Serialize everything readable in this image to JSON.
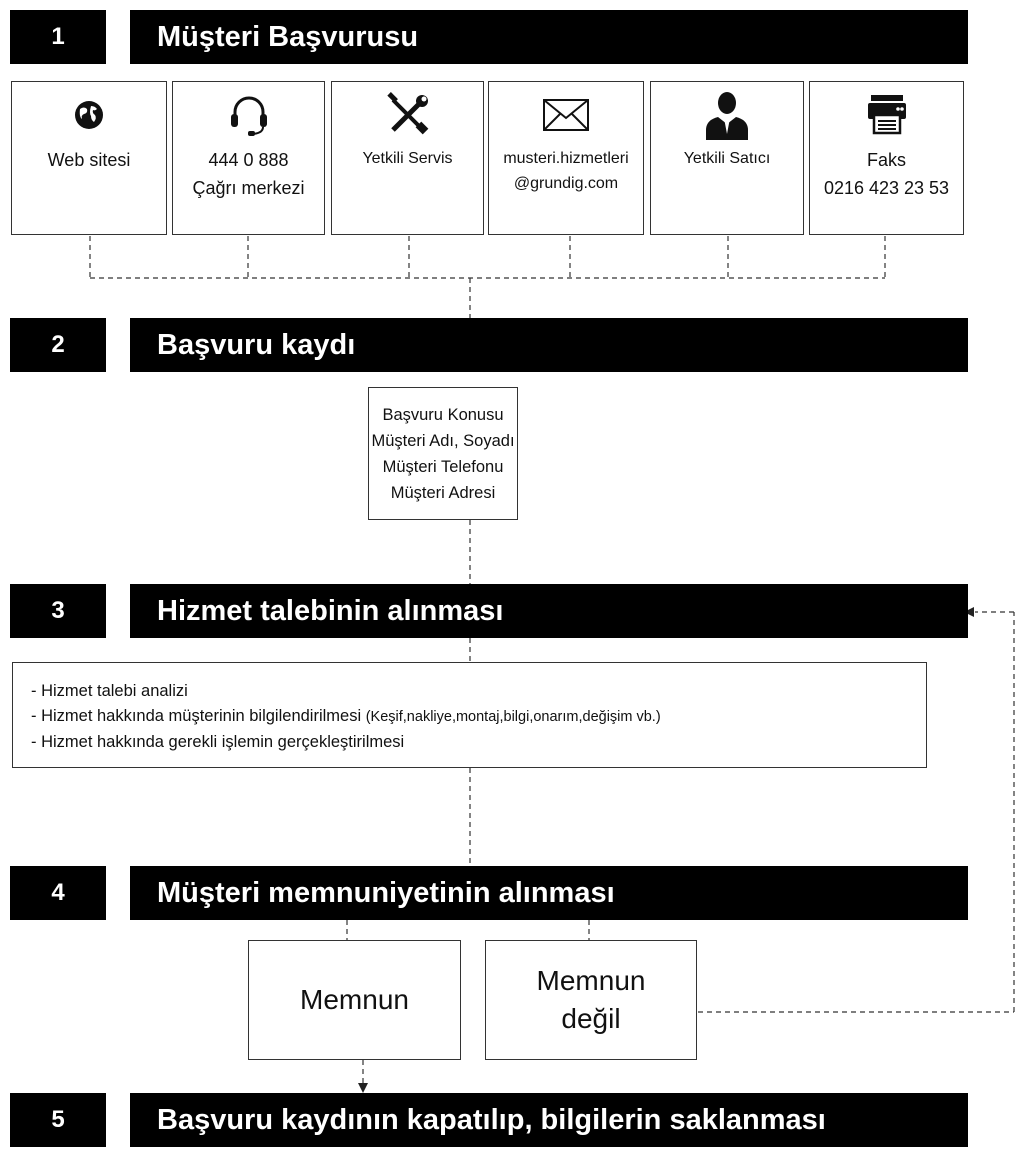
{
  "steps": [
    {
      "number": "1",
      "title": "Müşteri Başvurusu"
    },
    {
      "number": "2",
      "title": "Başvuru kaydı"
    },
    {
      "number": "3",
      "title": "Hizmet talebinin alınması"
    },
    {
      "number": "4",
      "title": "Müşteri memnuniyetinin alınması"
    },
    {
      "number": "5",
      "title": "Başvuru kaydının kapatılıp, bilgilerin saklanması"
    }
  ],
  "channels": [
    {
      "icon": "globe-icon",
      "line1": "Web sitesi",
      "line2": ""
    },
    {
      "icon": "headset-icon",
      "line1": "444 0 888",
      "line2": "Çağrı merkezi"
    },
    {
      "icon": "tools-icon",
      "line1": "Yetkili Servis",
      "line2": ""
    },
    {
      "icon": "envelope-icon",
      "line1": "musteri.hizmetleri",
      "line2": "@grundig.com"
    },
    {
      "icon": "person-icon",
      "line1": "Yetkili Satıcı",
      "line2": ""
    },
    {
      "icon": "fax-icon",
      "line1": "Faks",
      "line2": "0216 423 23 53"
    }
  ],
  "record_fields": [
    "Başvuru Konusu",
    "Müşteri Adı, Soyadı",
    "Müşteri Telefonu",
    "Müşteri Adresi"
  ],
  "service_items": [
    {
      "text": "- Hizmet talebi analizi",
      "note": ""
    },
    {
      "text": "- Hizmet hakkında müşterinin bilgilendirilmesi",
      "note": "(Keşif,nakliye,montaj,bilgi,onarım,değişim vb.)"
    },
    {
      "text": "- Hizmet hakkında gerekli işlemin gerçekleştirilmesi",
      "note": ""
    }
  ],
  "outcomes": {
    "satisfied": "Memnun",
    "unsatisfied_line1": "Memnun",
    "unsatisfied_line2": "değil"
  }
}
